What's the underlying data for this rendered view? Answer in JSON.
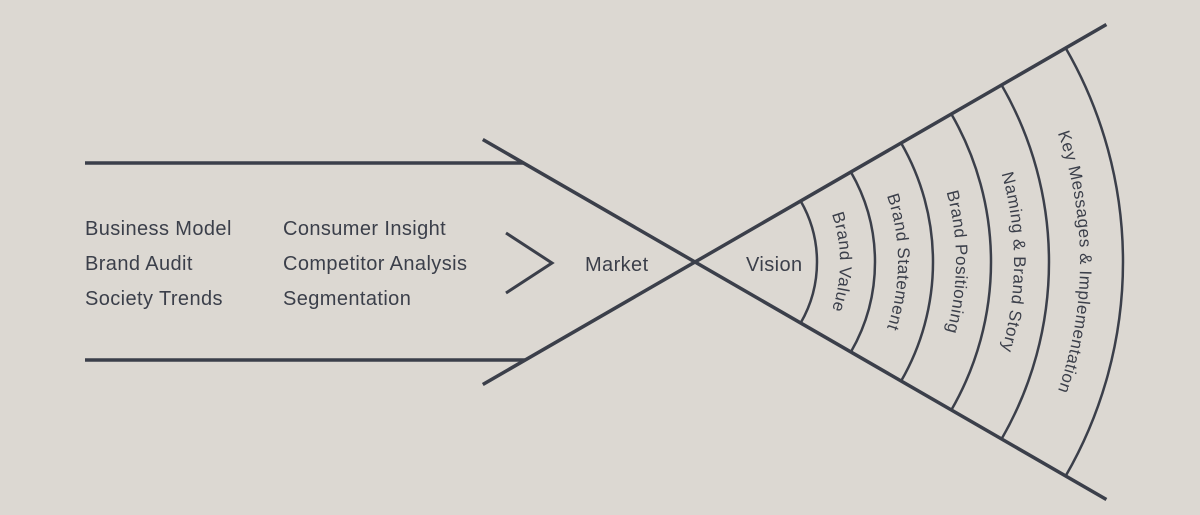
{
  "diagram": {
    "colors": {
      "background": "#DCD8D2",
      "line": "#3B3F4A",
      "text": "#3B3F4A"
    },
    "inputs": {
      "column1": [
        "Business Model",
        "Brand Audit",
        "Society Trends"
      ],
      "column2": [
        "Consumer Insight",
        "Competitor Analysis",
        "Segmentation"
      ]
    },
    "nodes": {
      "market": "Market",
      "vision": "Vision"
    },
    "bands": [
      "Brand Value",
      "Brand Statement",
      "Brand Positioning",
      "Naming & Brand Story",
      "Key Messages & Implementation"
    ],
    "icons": {
      "chevron": "chevron-right"
    }
  }
}
